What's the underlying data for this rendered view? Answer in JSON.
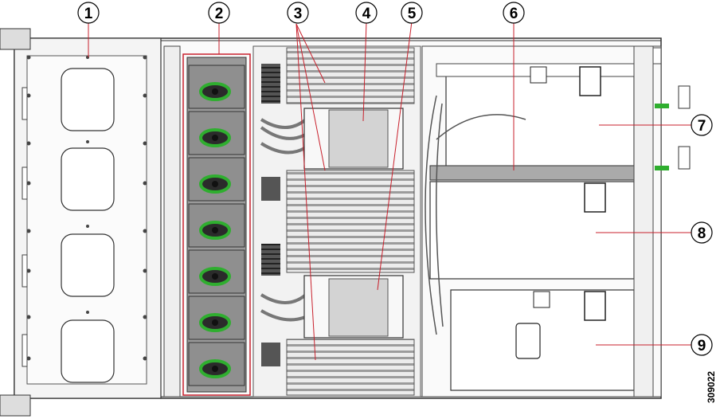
{
  "figure_id": "309022",
  "callouts": [
    {
      "number": "1"
    },
    {
      "number": "2"
    },
    {
      "number": "3"
    },
    {
      "number": "4"
    },
    {
      "number": "5"
    },
    {
      "number": "6"
    },
    {
      "number": "7"
    },
    {
      "number": "8"
    },
    {
      "number": "9"
    }
  ],
  "colors": {
    "leader_line": "#c8202c",
    "fan_ring": "#2fae2f",
    "fan_body": "#8f8f8f",
    "heatsink": "#d3d3d3",
    "chassis_line": "#333333"
  },
  "fan_count": 7,
  "drive_window_count": 4
}
